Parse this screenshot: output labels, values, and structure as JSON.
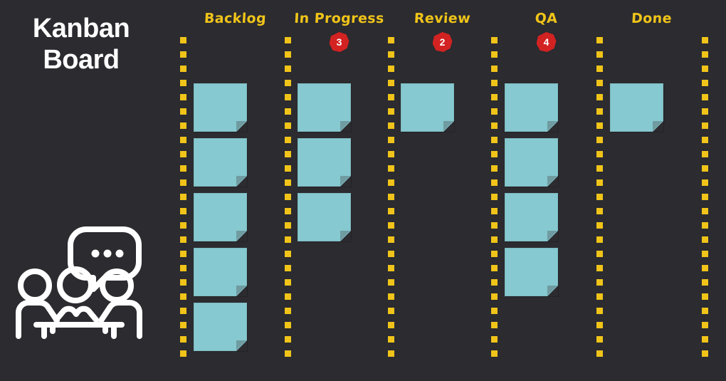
{
  "board": {
    "title": "Kanban Board",
    "background_color": "#2b2b30",
    "accent_color": "#f0c419",
    "card_color": "#86c9d0",
    "badge_color": "#d32222",
    "title_color": "#ffffff"
  },
  "icons": {
    "team_meeting": "team-meeting-icon",
    "speech_bubble_dots": 3
  },
  "columns": [
    {
      "id": "backlog",
      "label": "Backlog",
      "badge": "",
      "card_count": 5
    },
    {
      "id": "in-progress",
      "label": "In Progress",
      "badge": "3",
      "card_count": 3
    },
    {
      "id": "review",
      "label": "Review",
      "badge": "2",
      "card_count": 1
    },
    {
      "id": "qa",
      "label": "QA",
      "badge": "4",
      "card_count": 4
    },
    {
      "id": "done",
      "label": "Done",
      "badge": "",
      "card_count": 1
    }
  ],
  "dividers": [
    257,
    404,
    549,
    694,
    842,
    990
  ]
}
